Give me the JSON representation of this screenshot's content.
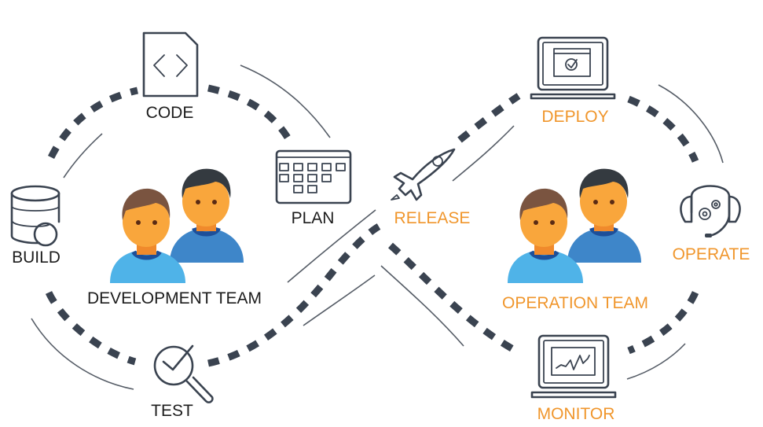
{
  "diagram": {
    "title": "DevOps Lifecycle",
    "colors": {
      "dev_label": "#1c1c1c",
      "ops_label": "#f0962c",
      "path": "#3a4350",
      "skin": "#f9a63c",
      "shirt_front": "#4fb3e8",
      "shirt_back": "#3e86c9",
      "collar": "#1d4f99"
    },
    "dev_loop": {
      "team_label": "DEVELOPMENT TEAM",
      "stages": [
        {
          "label": "CODE",
          "icon": "code-file-icon"
        },
        {
          "label": "PLAN",
          "icon": "calendar-icon"
        },
        {
          "label": "BUILD",
          "icon": "database-icon"
        },
        {
          "label": "TEST",
          "icon": "magnifier-check-icon"
        }
      ]
    },
    "ops_loop": {
      "team_label": "OPERATION TEAM",
      "stages": [
        {
          "label": "RELEASE",
          "icon": "rocket-icon"
        },
        {
          "label": "DEPLOY",
          "icon": "laptop-check-icon"
        },
        {
          "label": "OPERATE",
          "icon": "headset-gears-icon"
        },
        {
          "label": "MONITOR",
          "icon": "laptop-chart-icon"
        }
      ]
    }
  }
}
